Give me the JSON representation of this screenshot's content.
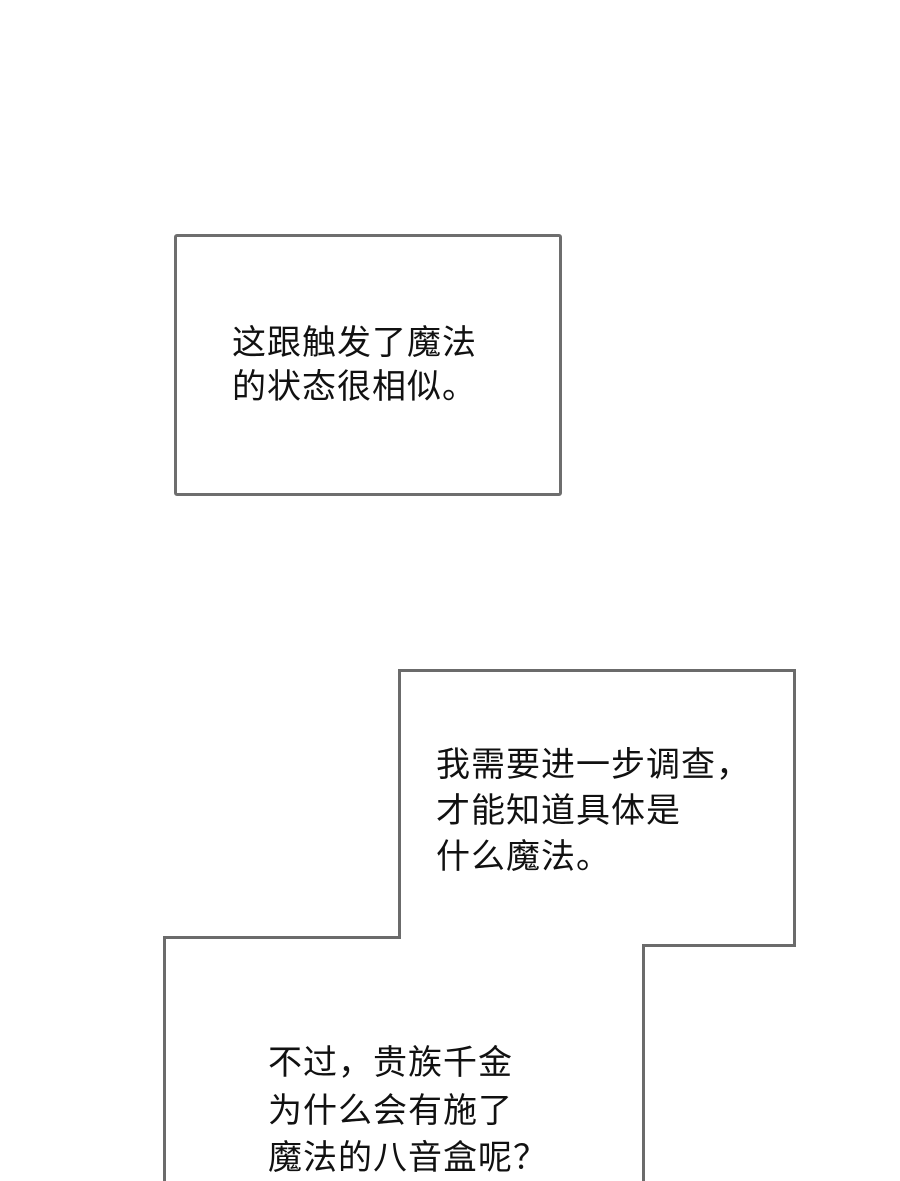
{
  "panels": [
    {
      "id": "box-1",
      "lines": [
        "这跟触发了魔法",
        "的状态很相似。"
      ]
    },
    {
      "id": "box-2",
      "lines": [
        "我需要进一步调查，",
        "才能知道具体是",
        "什么魔法。"
      ]
    },
    {
      "id": "box-3",
      "lines": [
        "不过，贵族千金",
        "为什么会有施了",
        "魔法的八音盒呢？"
      ]
    }
  ],
  "colors": {
    "background": "#ffffff",
    "border": "#6e6e6e",
    "text": "#111111"
  }
}
